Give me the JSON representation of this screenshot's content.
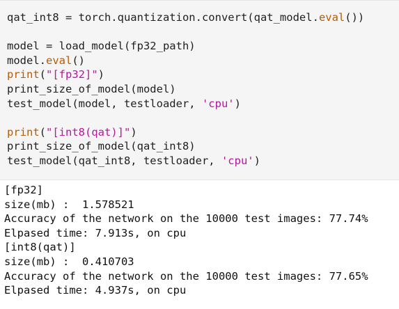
{
  "code_cell": {
    "lines": [
      [
        {
          "t": "qat_int8 = torch.quantization.convert(qat_model.",
          "k": "plain"
        },
        {
          "t": "eval",
          "k": "builtin"
        },
        {
          "t": "())",
          "k": "plain"
        }
      ],
      [],
      [
        {
          "t": "model = load_model(fp32_path)",
          "k": "plain"
        }
      ],
      [
        {
          "t": "model.",
          "k": "plain"
        },
        {
          "t": "eval",
          "k": "builtin"
        },
        {
          "t": "()",
          "k": "plain"
        }
      ],
      [
        {
          "t": "print",
          "k": "builtin"
        },
        {
          "t": "(",
          "k": "plain"
        },
        {
          "t": "\"[fp32]\"",
          "k": "string"
        },
        {
          "t": ")",
          "k": "plain"
        }
      ],
      [
        {
          "t": "print_size_of_model(model)",
          "k": "plain"
        }
      ],
      [
        {
          "t": "test_model(model, testloader, ",
          "k": "plain"
        },
        {
          "t": "'cpu'",
          "k": "string"
        },
        {
          "t": ")",
          "k": "plain"
        }
      ],
      [],
      [
        {
          "t": "print",
          "k": "builtin"
        },
        {
          "t": "(",
          "k": "plain"
        },
        {
          "t": "\"[int8(qat)]\"",
          "k": "string"
        },
        {
          "t": ")",
          "k": "plain"
        }
      ],
      [
        {
          "t": "print_size_of_model(qat_int8)",
          "k": "plain"
        }
      ],
      [
        {
          "t": "test_model(qat_int8, testloader, ",
          "k": "plain"
        },
        {
          "t": "'cpu'",
          "k": "string"
        },
        {
          "t": ")",
          "k": "plain"
        }
      ]
    ]
  },
  "output_cell": {
    "lines": [
      "[fp32]",
      "size(mb) :  1.578521",
      "Accuracy of the network on the 10000 test images: 77.74%",
      "Elpased time: 7.913s, on cpu",
      "[int8(qat)]",
      "size(mb) :  0.410703",
      "Accuracy of the network on the 10000 test images: 77.65%",
      "Elpased time: 4.937s, on cpu"
    ]
  }
}
